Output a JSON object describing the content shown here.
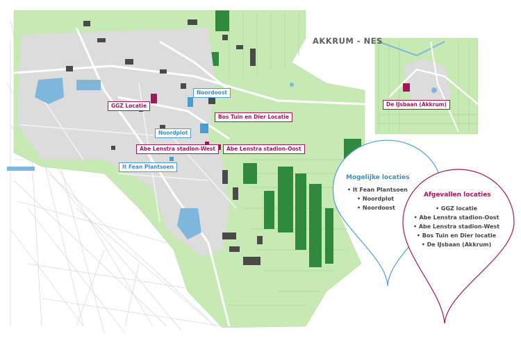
{
  "inset": {
    "title": "AKKRUM - NES"
  },
  "colors": {
    "possible": "#4a9fd0",
    "rejected": "#a0185a",
    "land": "#c7e9b4",
    "forest": "#2f8a3e",
    "water": "#7fb7dc",
    "buildings": "#4a4a4a"
  },
  "labels": {
    "ggz": "GGZ Locatie",
    "noordoost": "Noordoost",
    "bos_tuin": "Bos Tuin en Dier Locatie",
    "noordplot": "Noordplot",
    "abe_west": "Abe Lenstra stadion-West",
    "abe_oost": "Abe Lenstra stadion-Oost",
    "it_fean": "It Fean Plantsoen",
    "ijsbaan": "De IJsbaan (Akkrum)"
  },
  "possible": {
    "title": "Mogelijke locaties",
    "items": [
      "It Fean Plantsoen",
      "Noordplot",
      "Noordoost"
    ]
  },
  "rejected": {
    "title": "Afgevallen locaties",
    "items": [
      "GGZ locatie",
      "Abe Lenstra stadion-Oost",
      "Abe Lenstra stadion-West",
      "Bos Tuin en Dier locatie",
      "De IJsbaan (Akkrum)"
    ]
  }
}
